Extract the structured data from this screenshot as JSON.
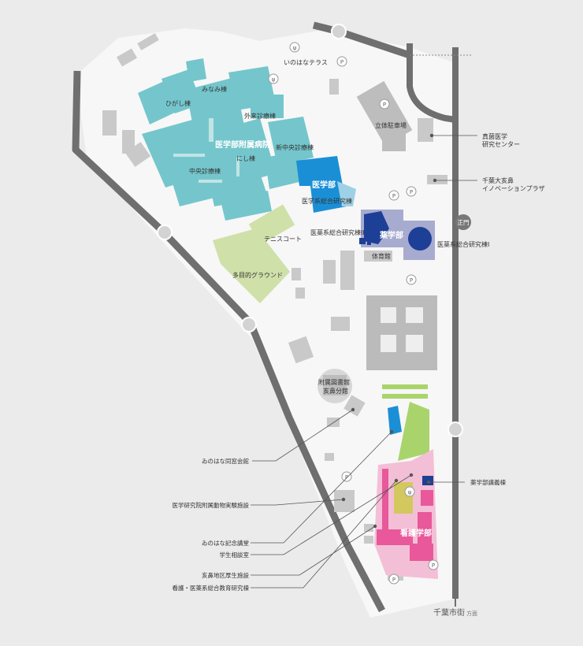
{
  "labels": {
    "inohana_terrace": "いのはなテラス",
    "minami": "みなみ棟",
    "higashi": "ひがし棟",
    "gairai": "外来診療棟",
    "hospital": "医学部附属病院",
    "nishi": "にし棟",
    "shinchuo": "新中央診療棟",
    "chuo": "中央診療棟",
    "medicine": "医学部",
    "med_research": "医学系総合研究棟",
    "parking": "立体駐車場",
    "shinkin": "真菌医学",
    "shinkin2": "研究センター",
    "innovation": "千葉大亥鼻",
    "innovation2": "イノベーションプラザ",
    "main_gate": "正門",
    "pharm_ii": "医薬系総合研究棟II",
    "pharmacy": "薬学部",
    "pharm_i": "医薬系総合研究棟I",
    "tennis": "テニスコート",
    "gym": "体育館",
    "ground": "多目的グラウンド",
    "library": "附属図書館",
    "library2": "亥鼻分館",
    "nursing": "看護学部",
    "city": "千葉市街",
    "city_dir": "方面"
  },
  "callouts": {
    "pharm_lecture": "薬学部講義棟",
    "alumni": "ゐのはな同窓会館",
    "animal": "医学研究院附属動物実験施設",
    "memorial": "ゐのはな記念講堂",
    "counsel": "学生相談室",
    "welfare": "亥鼻地区厚生施設",
    "nursing_research": "看護・医薬系総合教育研究棟"
  },
  "icons": {
    "parking": "P",
    "restaurant": "fork-knife-icon"
  },
  "colors": {
    "hospital": "#74c6cc",
    "medicine": "#1b8fd6",
    "pharmacy": "#1d3f96",
    "pharmacy_area": "#a7abcf",
    "nursing": "#e8589a",
    "nursing_area": "#f3bfd6",
    "ground": "#cfe0a9",
    "road": "#6f6f6f",
    "library_green": "#a9d46b"
  }
}
